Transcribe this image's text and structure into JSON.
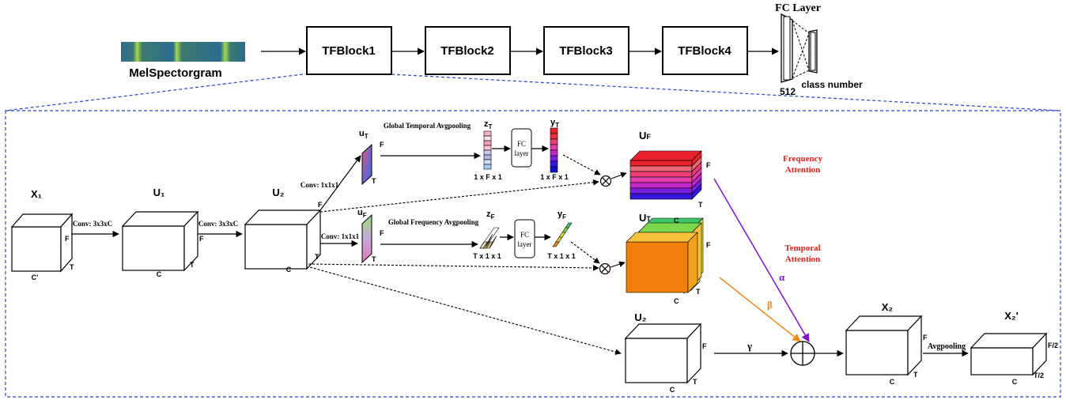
{
  "top": {
    "spectrogram_label": "MelSpectorgram",
    "blocks": [
      "TFBlock1",
      "TFBlock2",
      "TFBlock3",
      "TFBlock4"
    ],
    "fc_title": "FC Layer",
    "fc_size": "512",
    "class_label": "class number"
  },
  "detail": {
    "x1": "X₁",
    "u1": "U₁",
    "u2": "U₂",
    "x2": "X₂",
    "x2p": "X₂'",
    "conv1": "Conv: 3x3xC",
    "conv2": "Conv: 3x3xC",
    "conv_ut": "Conv: 1x1x1",
    "conv_uf": "Conv: 1x1x1",
    "gtap": "Global Temporal Avgpooling",
    "gfap": "Global Frequency Avgpooling",
    "zt": "z",
    "zt_sub": "T",
    "yt": "y",
    "yt_sub": "T",
    "zf": "z",
    "zf_sub": "F",
    "yf": "y",
    "yf_sub": "F",
    "ut": "u",
    "ut_sub": "T",
    "uf": "u",
    "uf_sub": "F",
    "fc_line1": "FC",
    "fc_line2": "layer",
    "dim_f": "1 x F x 1",
    "dim_t": "T x 1 x 1",
    "UF": "U",
    "UF_sub": "F",
    "UT": "U",
    "UT_sub": "T",
    "freq_att_1": "Frequency",
    "freq_att_2": "Attention",
    "temp_att_1": "Temporal",
    "temp_att_2": "Attention",
    "alpha": "α",
    "beta": "β",
    "gamma": "γ",
    "avgpool": "Avgpooling",
    "F": "F",
    "T": "T",
    "C": "C",
    "Cp": "C'",
    "F2": "F/2",
    "T2": "T/2"
  },
  "colors": {
    "alpha_line": "#7f10d6",
    "beta_line": "#f2891d",
    "attention_text": "#e8201c",
    "dashed_border": "#2b3fd6"
  }
}
